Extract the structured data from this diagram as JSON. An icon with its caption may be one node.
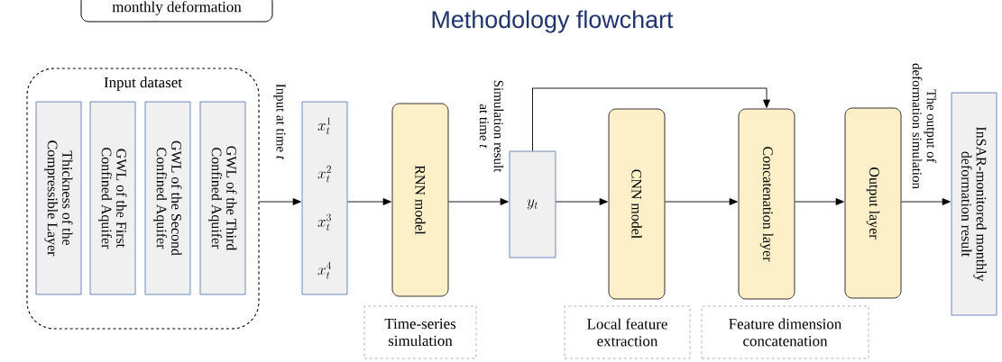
{
  "diagram": {
    "title": "Methodology flowchart",
    "nodes": [
      {
        "text": [
          "monthly deformation"
        ]
      },
      {
        "text": [
          "Input dataset"
        ]
      },
      {
        "text": [
          "Thickness of the Compressible Layer"
        ],
        "in": 1
      },
      {
        "text": [
          "GWL of the First Confined Aquifer"
        ],
        "in": 1
      },
      {
        "text": [
          "GWL of the Second Confined Aquifer"
        ],
        "in": 1
      },
      {
        "text": [
          "GWL of the Third Confined Aquifer"
        ],
        "in": 1
      },
      {
        "text": [
          "x_t^1",
          "x_t^2",
          "x_t^3",
          "x_t^4"
        ]
      },
      {
        "text": [
          "RNN model"
        ]
      },
      {
        "text": [
          "y_t"
        ]
      },
      {
        "text": [
          "CNN model"
        ]
      },
      {
        "text": [
          "Concatenation layer"
        ]
      },
      {
        "text": [
          "Output layer"
        ]
      },
      {
        "text": [
          "InSAR-monitored monthly deformation result"
        ]
      },
      {
        "text": [
          "Time-series simulation"
        ]
      },
      {
        "text": [
          "Local feature extraction"
        ]
      },
      {
        "text": [
          "Feature dimension concatenation"
        ]
      }
    ],
    "edges": [
      {
        "from": 1,
        "to": 6,
        "arrow": "to",
        "label": "Input at time *t*"
      },
      {
        "from": 6,
        "to": 7,
        "arrow": "to"
      },
      {
        "from": 7,
        "to": 8,
        "arrow": "to",
        "label": "Simulation result at time *t*"
      },
      {
        "from": 8,
        "to": 9,
        "arrow": "to"
      },
      {
        "from": 8,
        "to": 10,
        "arrow": "to"
      },
      {
        "from": 9,
        "to": 10,
        "arrow": "to"
      },
      {
        "from": 10,
        "to": 11,
        "arrow": "to"
      },
      {
        "from": 11,
        "to": 12,
        "arrow": "to",
        "label": "The output of deformation simulation"
      }
    ]
  }
}
